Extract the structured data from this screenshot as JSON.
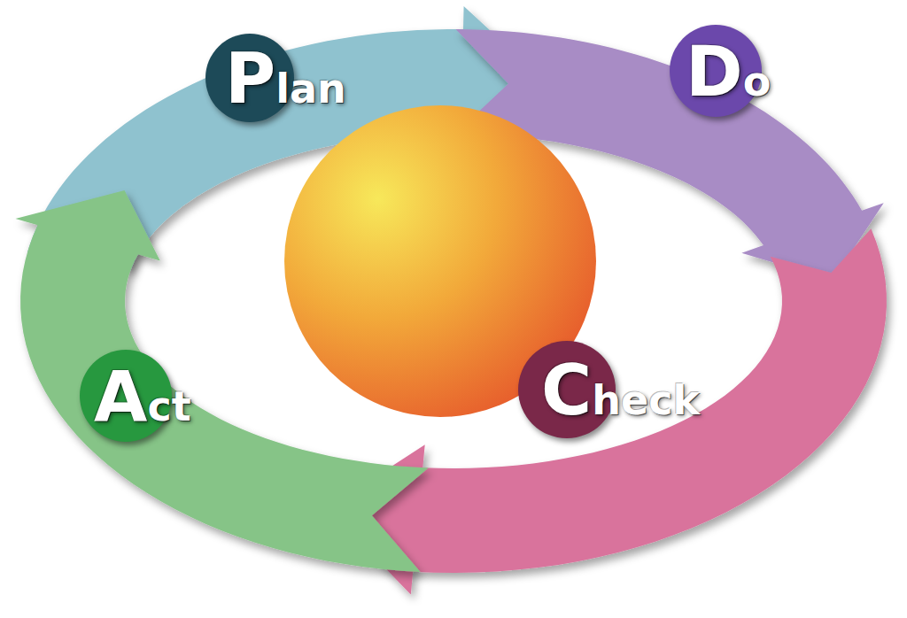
{
  "diagram": {
    "nodes": [
      {
        "text": [
          "Plan"
        ]
      },
      {
        "text": [
          "Do"
        ]
      },
      {
        "text": [
          "Check"
        ]
      },
      {
        "text": [
          "Act"
        ]
      }
    ],
    "edges": [
      {
        "from": 0,
        "to": 1,
        "arrow": "to"
      },
      {
        "from": 1,
        "to": 2,
        "arrow": "to"
      },
      {
        "from": 2,
        "to": 3,
        "arrow": "to"
      },
      {
        "from": 3,
        "to": 0,
        "arrow": "to"
      }
    ]
  }
}
